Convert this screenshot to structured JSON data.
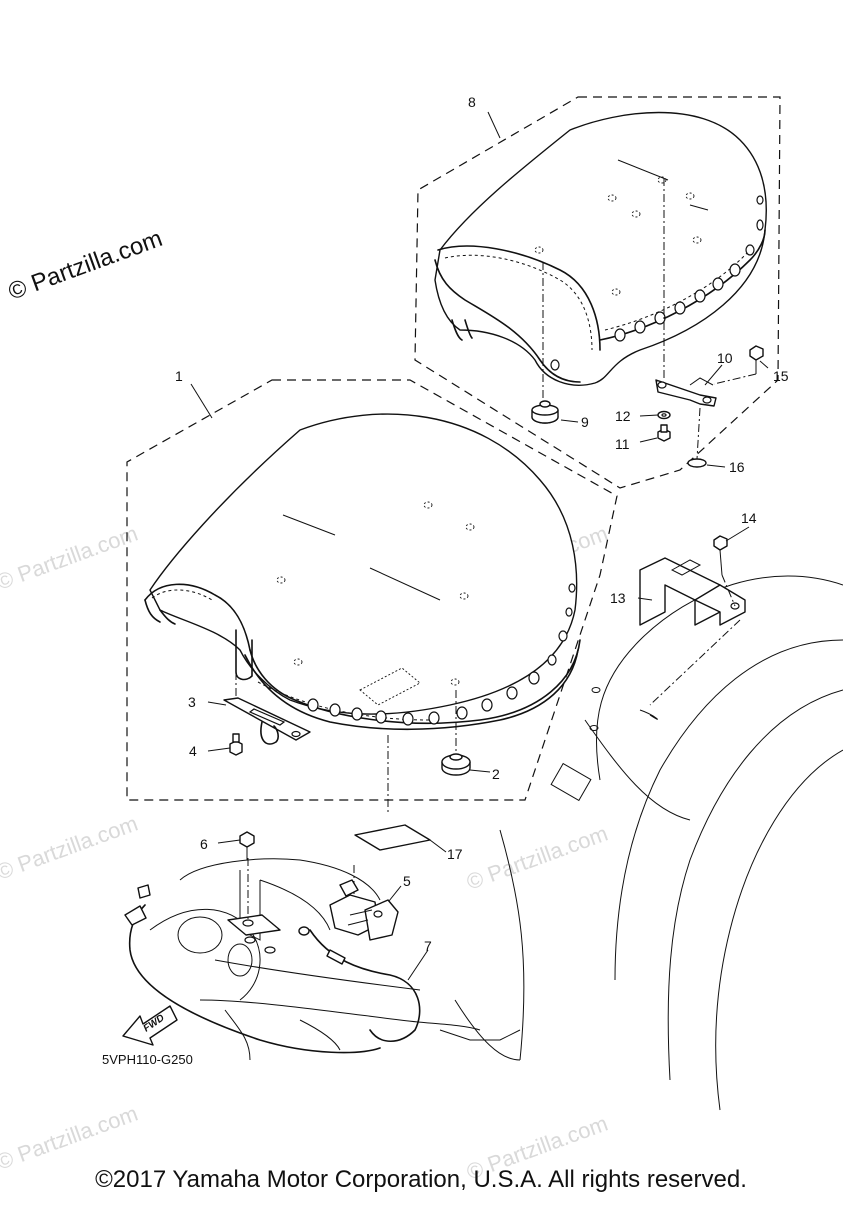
{
  "watermark": {
    "brand_main": "© Partzilla.com",
    "brand_faded": "© Partzilla.com"
  },
  "callouts": {
    "c1": "1",
    "c2": "2",
    "c3": "3",
    "c4": "4",
    "c5": "5",
    "c6": "6",
    "c7": "7",
    "c8": "8",
    "c9": "9",
    "c10": "10",
    "c11": "11",
    "c12": "12",
    "c13": "13",
    "c14": "14",
    "c15": "15",
    "c16": "16",
    "c17": "17"
  },
  "direction_arrow": {
    "label": "FWD"
  },
  "diagram_code": "5VPH110-G250",
  "copyright": "©2017 Yamaha Motor Corporation, U.S.A. All rights reserved."
}
